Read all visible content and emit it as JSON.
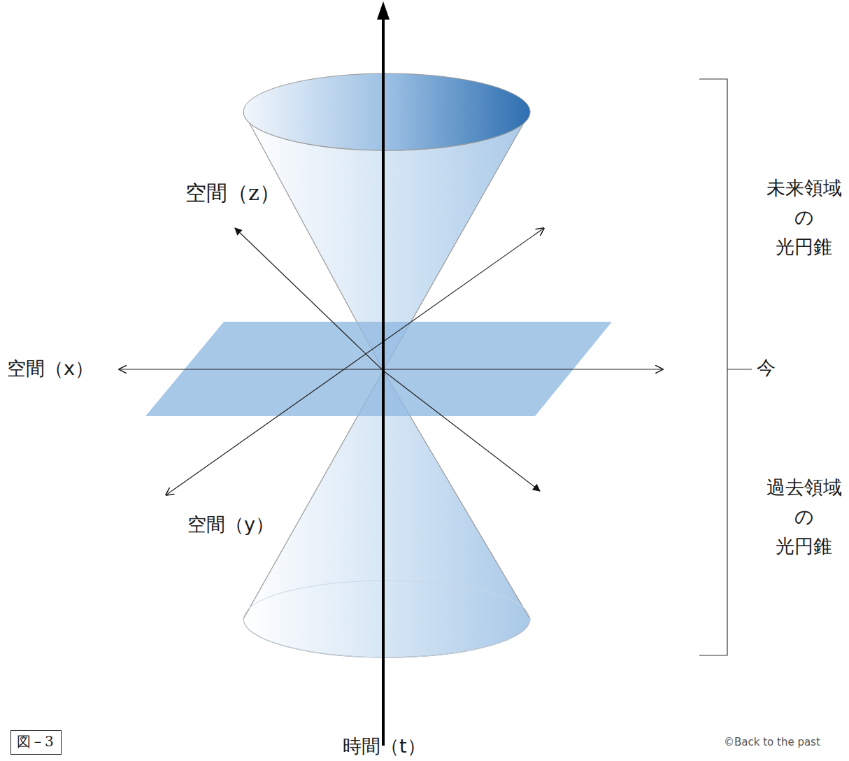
{
  "diagram": {
    "nodes": [
      {
        "text": [
          "図－3"
        ]
      }
    ],
    "labels": [
      "空間（z）",
      "空間（x）",
      "空間（y）",
      "時間（t）",
      "未来領域 の 光円錐",
      "今",
      "過去領域 の 光円錐",
      "©Back to the past"
    ]
  }
}
